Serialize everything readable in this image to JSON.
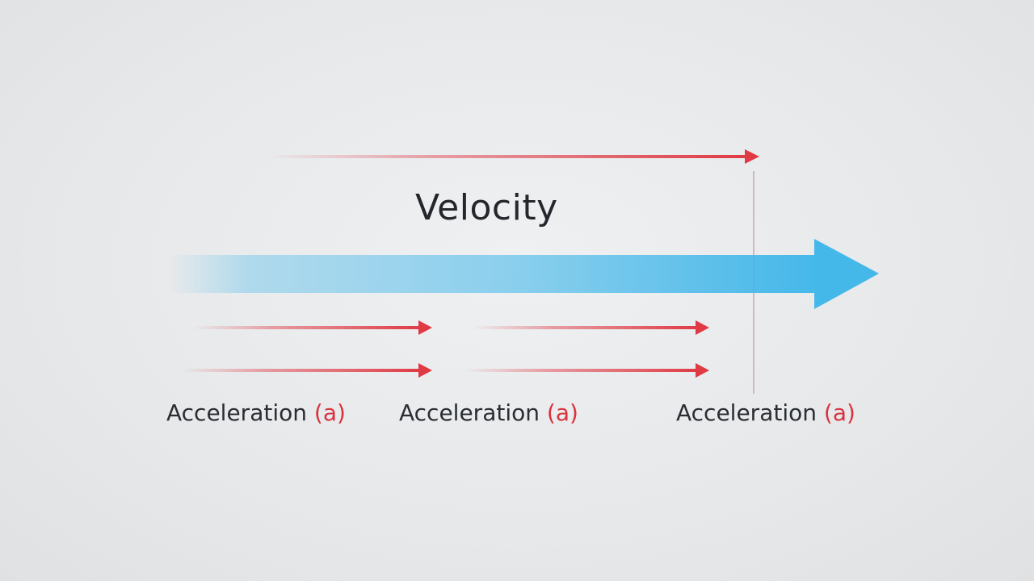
{
  "velocity": {
    "label": "Velocity"
  },
  "accelerations": [
    {
      "text": "Acceleration",
      "symbol": "(a)"
    },
    {
      "text": "Acceleration",
      "symbol": "(a)"
    },
    {
      "text": "Acceleration",
      "symbol": "(a)"
    }
  ],
  "colors": {
    "velocity_arrow": "#45b8ea",
    "acceleration_arrow": "#e03a44",
    "acceleration_symbol": "#d9323e",
    "divider_line": "#c9a8aa",
    "text": "#23262b"
  }
}
